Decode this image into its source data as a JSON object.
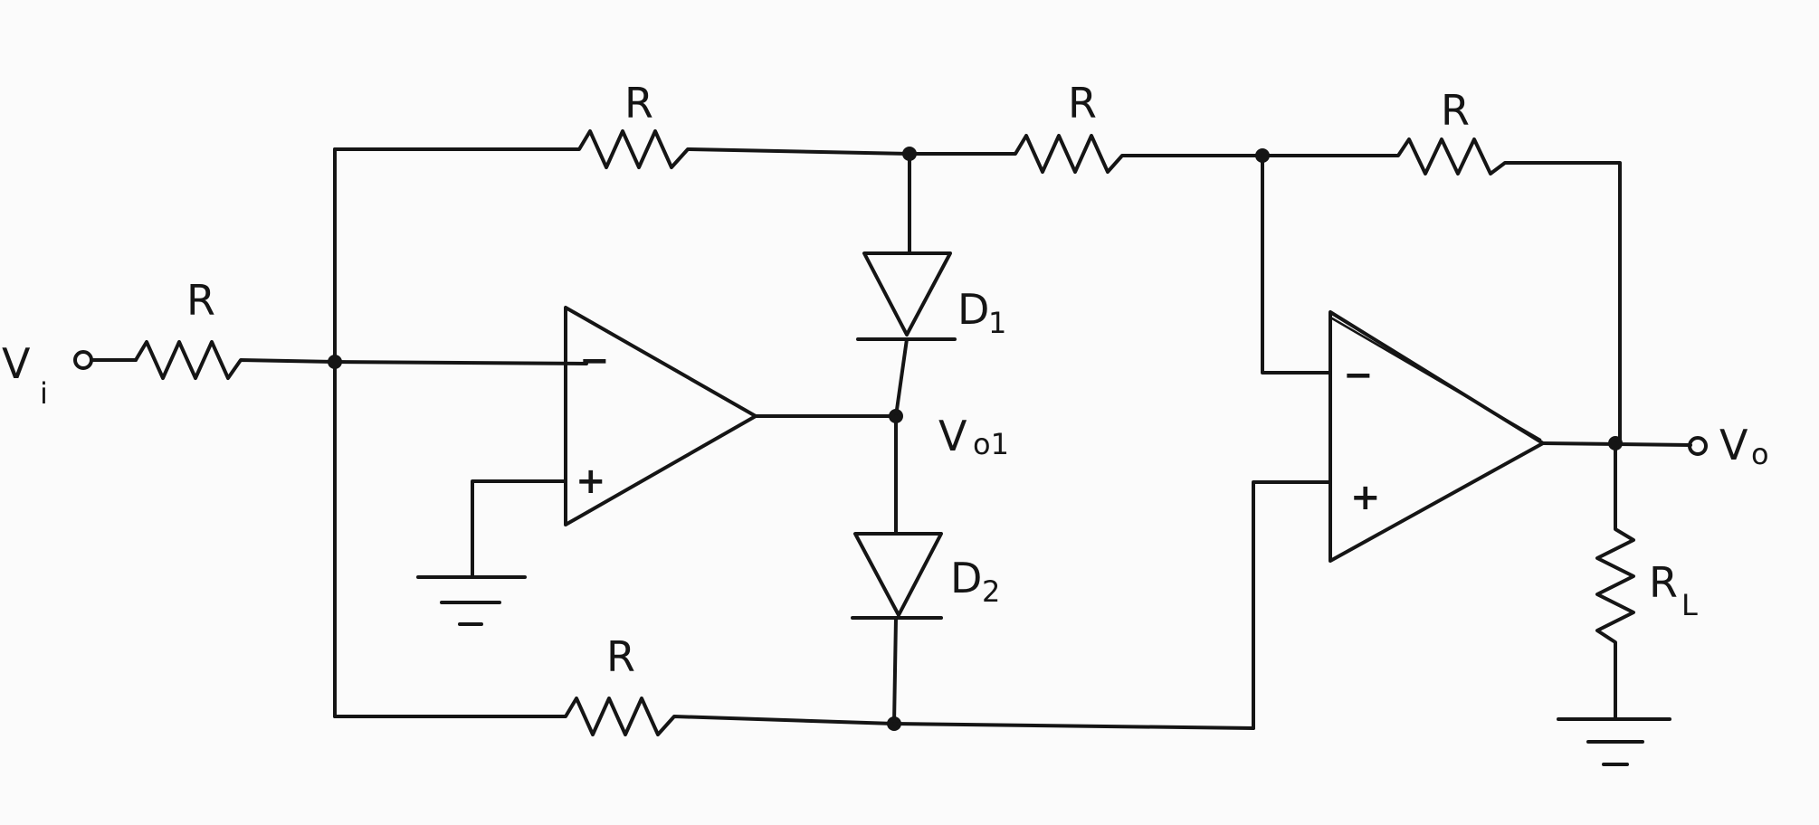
{
  "labels": {
    "vi": "V",
    "vi_sub": "i",
    "vo": "V",
    "vo_sub": "o",
    "vo1": "V",
    "vo1_sub": "o1",
    "d1": "D",
    "d1_sub": "1",
    "d2": "D",
    "d2_sub": "2",
    "r": "R",
    "rl": "R",
    "rl_sub": "L"
  },
  "opamp": {
    "minus": "−",
    "plus": "+"
  }
}
